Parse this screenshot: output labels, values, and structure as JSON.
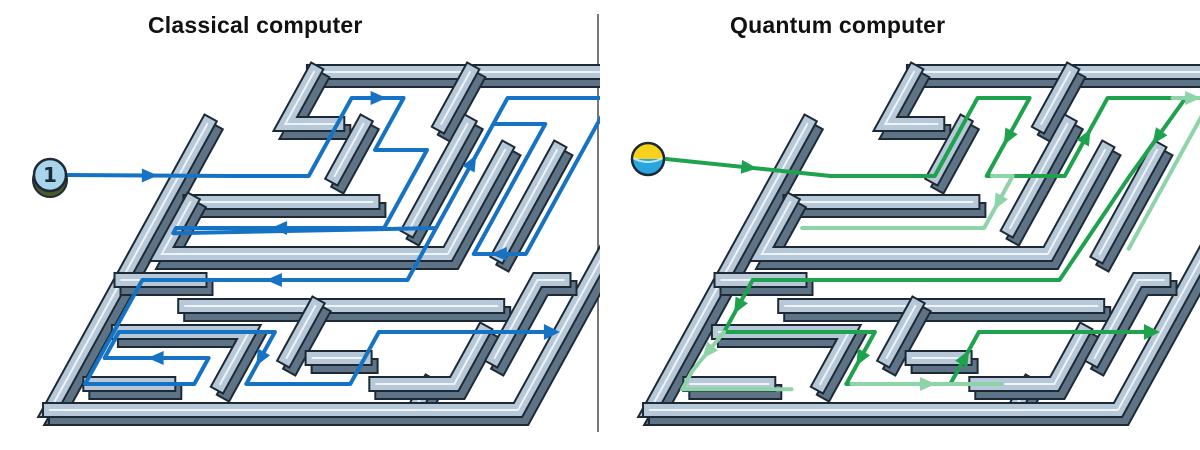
{
  "titles": {
    "classical": "Classical computer",
    "quantum": "Quantum computer"
  },
  "classical_start_label": "1",
  "icons": {
    "classical": "bit-ball-icon",
    "quantum": "qubit-ball-icon"
  },
  "colors": {
    "wall_top": "#b7c8d8",
    "wall_side": "#5e7486",
    "wall_front": "#8da3b6",
    "wall_outline": "#1d2a36",
    "classical_path": "#1673c4",
    "quantum_path": "#1ea24d",
    "quantum_path_faded": "#8fd3a8",
    "bit_ball": "#a8d4ec",
    "qubit_top": "#f6d21f",
    "qubit_bottom": "#2aa5de"
  }
}
